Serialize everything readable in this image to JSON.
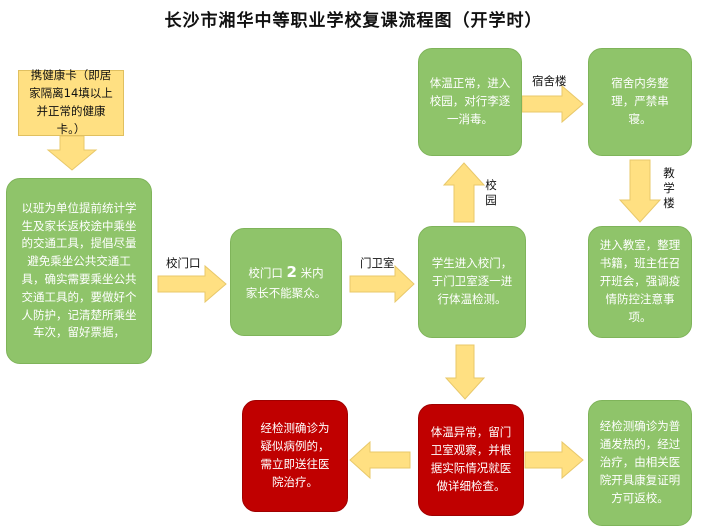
{
  "title": "长沙市湘华中等职业学校复课流程图（开学时）",
  "boxes": {
    "health_card": "携健康卡（即居家隔离14填以上并正常的健康卡。）",
    "class_report": "以班为单位提前统计学生及家长返校途中乘坐的交通工具，提倡尽量避免乘坐公共交通工具，确实需要乘坐公共交通工具的，要做好个人防护，记清楚所乘坐车次，留好票据，",
    "gate_pre": "校门口",
    "gate_num": "2",
    "gate_post": "米内家长不能聚众。",
    "guard_check": "学生进入校门，于门卫室逐一进行体温检测。",
    "temp_normal": "体温正常，进入校园，对行李逐一消毒。",
    "dorm": "宿舍内务整理，严禁串寝。",
    "classroom": "进入教室，整理书籍，班主任召开班会，强调疫情防控注意事项。",
    "temp_abnormal": "体温异常，留门卫室观察，并根据实际情况就医做详细检查。",
    "suspected": "经检测确诊为疑似病例的，需立即送往医院治疗。",
    "fever": "经检测确诊为普通发热的，经过治疗，由相关医院开具康复证明方可返校。"
  },
  "labels": {
    "gate": "校门口",
    "guard_room": "门卫室",
    "campus": "校园",
    "dorm_building": "宿舍楼",
    "teaching_building": "教学楼"
  },
  "colors": {
    "green": "#8fc46a",
    "red": "#c00000",
    "yellow": "#ffe082",
    "arrow": "#ffe082"
  }
}
